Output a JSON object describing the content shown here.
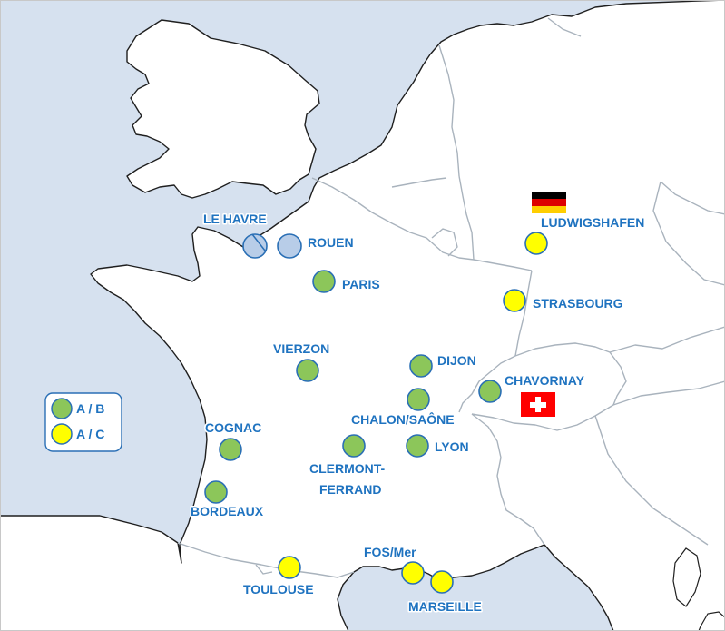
{
  "colors": {
    "sea": "#d6e1ef",
    "land": "#ffffff",
    "coast": "#1f1f1f",
    "border": "#a9b3bd",
    "label": "#1f73c0",
    "marker_stroke": "#2a6fb5",
    "type_ab": "#8cc65a",
    "type_ac": "#ffff00",
    "port": "#b8cde8"
  },
  "legend": {
    "items": [
      {
        "code": "ab",
        "label": "A / B",
        "color": "#8cc65a"
      },
      {
        "code": "ac",
        "label": "A / C",
        "color": "#ffff00"
      }
    ]
  },
  "sites": [
    {
      "id": "le-havre",
      "lines": [
        "LE HAVRE"
      ],
      "type": "port"
    },
    {
      "id": "rouen",
      "lines": [
        "ROUEN"
      ],
      "type": "port"
    },
    {
      "id": "paris",
      "lines": [
        "PARIS"
      ],
      "type": "ab"
    },
    {
      "id": "vierzon",
      "lines": [
        "VIERZON"
      ],
      "type": "ab"
    },
    {
      "id": "dijon",
      "lines": [
        "DIJON"
      ],
      "type": "ab"
    },
    {
      "id": "chalon-saone",
      "lines": [
        "CHALON/SAÔNE"
      ],
      "type": "ab"
    },
    {
      "id": "lyon",
      "lines": [
        "LYON"
      ],
      "type": "ab"
    },
    {
      "id": "clermont-ferrand",
      "lines": [
        "CLERMONT-",
        "FERRAND"
      ],
      "type": "ab"
    },
    {
      "id": "cognac",
      "lines": [
        "COGNAC"
      ],
      "type": "ab"
    },
    {
      "id": "bordeaux",
      "lines": [
        "BORDEAUX"
      ],
      "type": "ab"
    },
    {
      "id": "toulouse",
      "lines": [
        "TOULOUSE"
      ],
      "type": "ac"
    },
    {
      "id": "fos-mer",
      "lines": [
        "FOS/Mer"
      ],
      "type": "ac"
    },
    {
      "id": "marseille",
      "lines": [
        "MARSEILLE"
      ],
      "type": "ac"
    },
    {
      "id": "chavornay",
      "lines": [
        "CHAVORNAY"
      ],
      "type": "ab"
    },
    {
      "id": "strasbourg",
      "lines": [
        "STRASBOURG"
      ],
      "type": "ac"
    },
    {
      "id": "ludwigshafen",
      "lines": [
        "LUDWIGSHAFEN"
      ],
      "type": "ac"
    }
  ],
  "flags": [
    {
      "id": "germany",
      "icon": "germany-flag-icon",
      "colors": [
        "#000000",
        "#dd0000",
        "#ffce00"
      ]
    },
    {
      "id": "switzerland",
      "icon": "switzerland-flag-icon",
      "colors": [
        "#ff0000",
        "#ffffff"
      ]
    }
  ]
}
